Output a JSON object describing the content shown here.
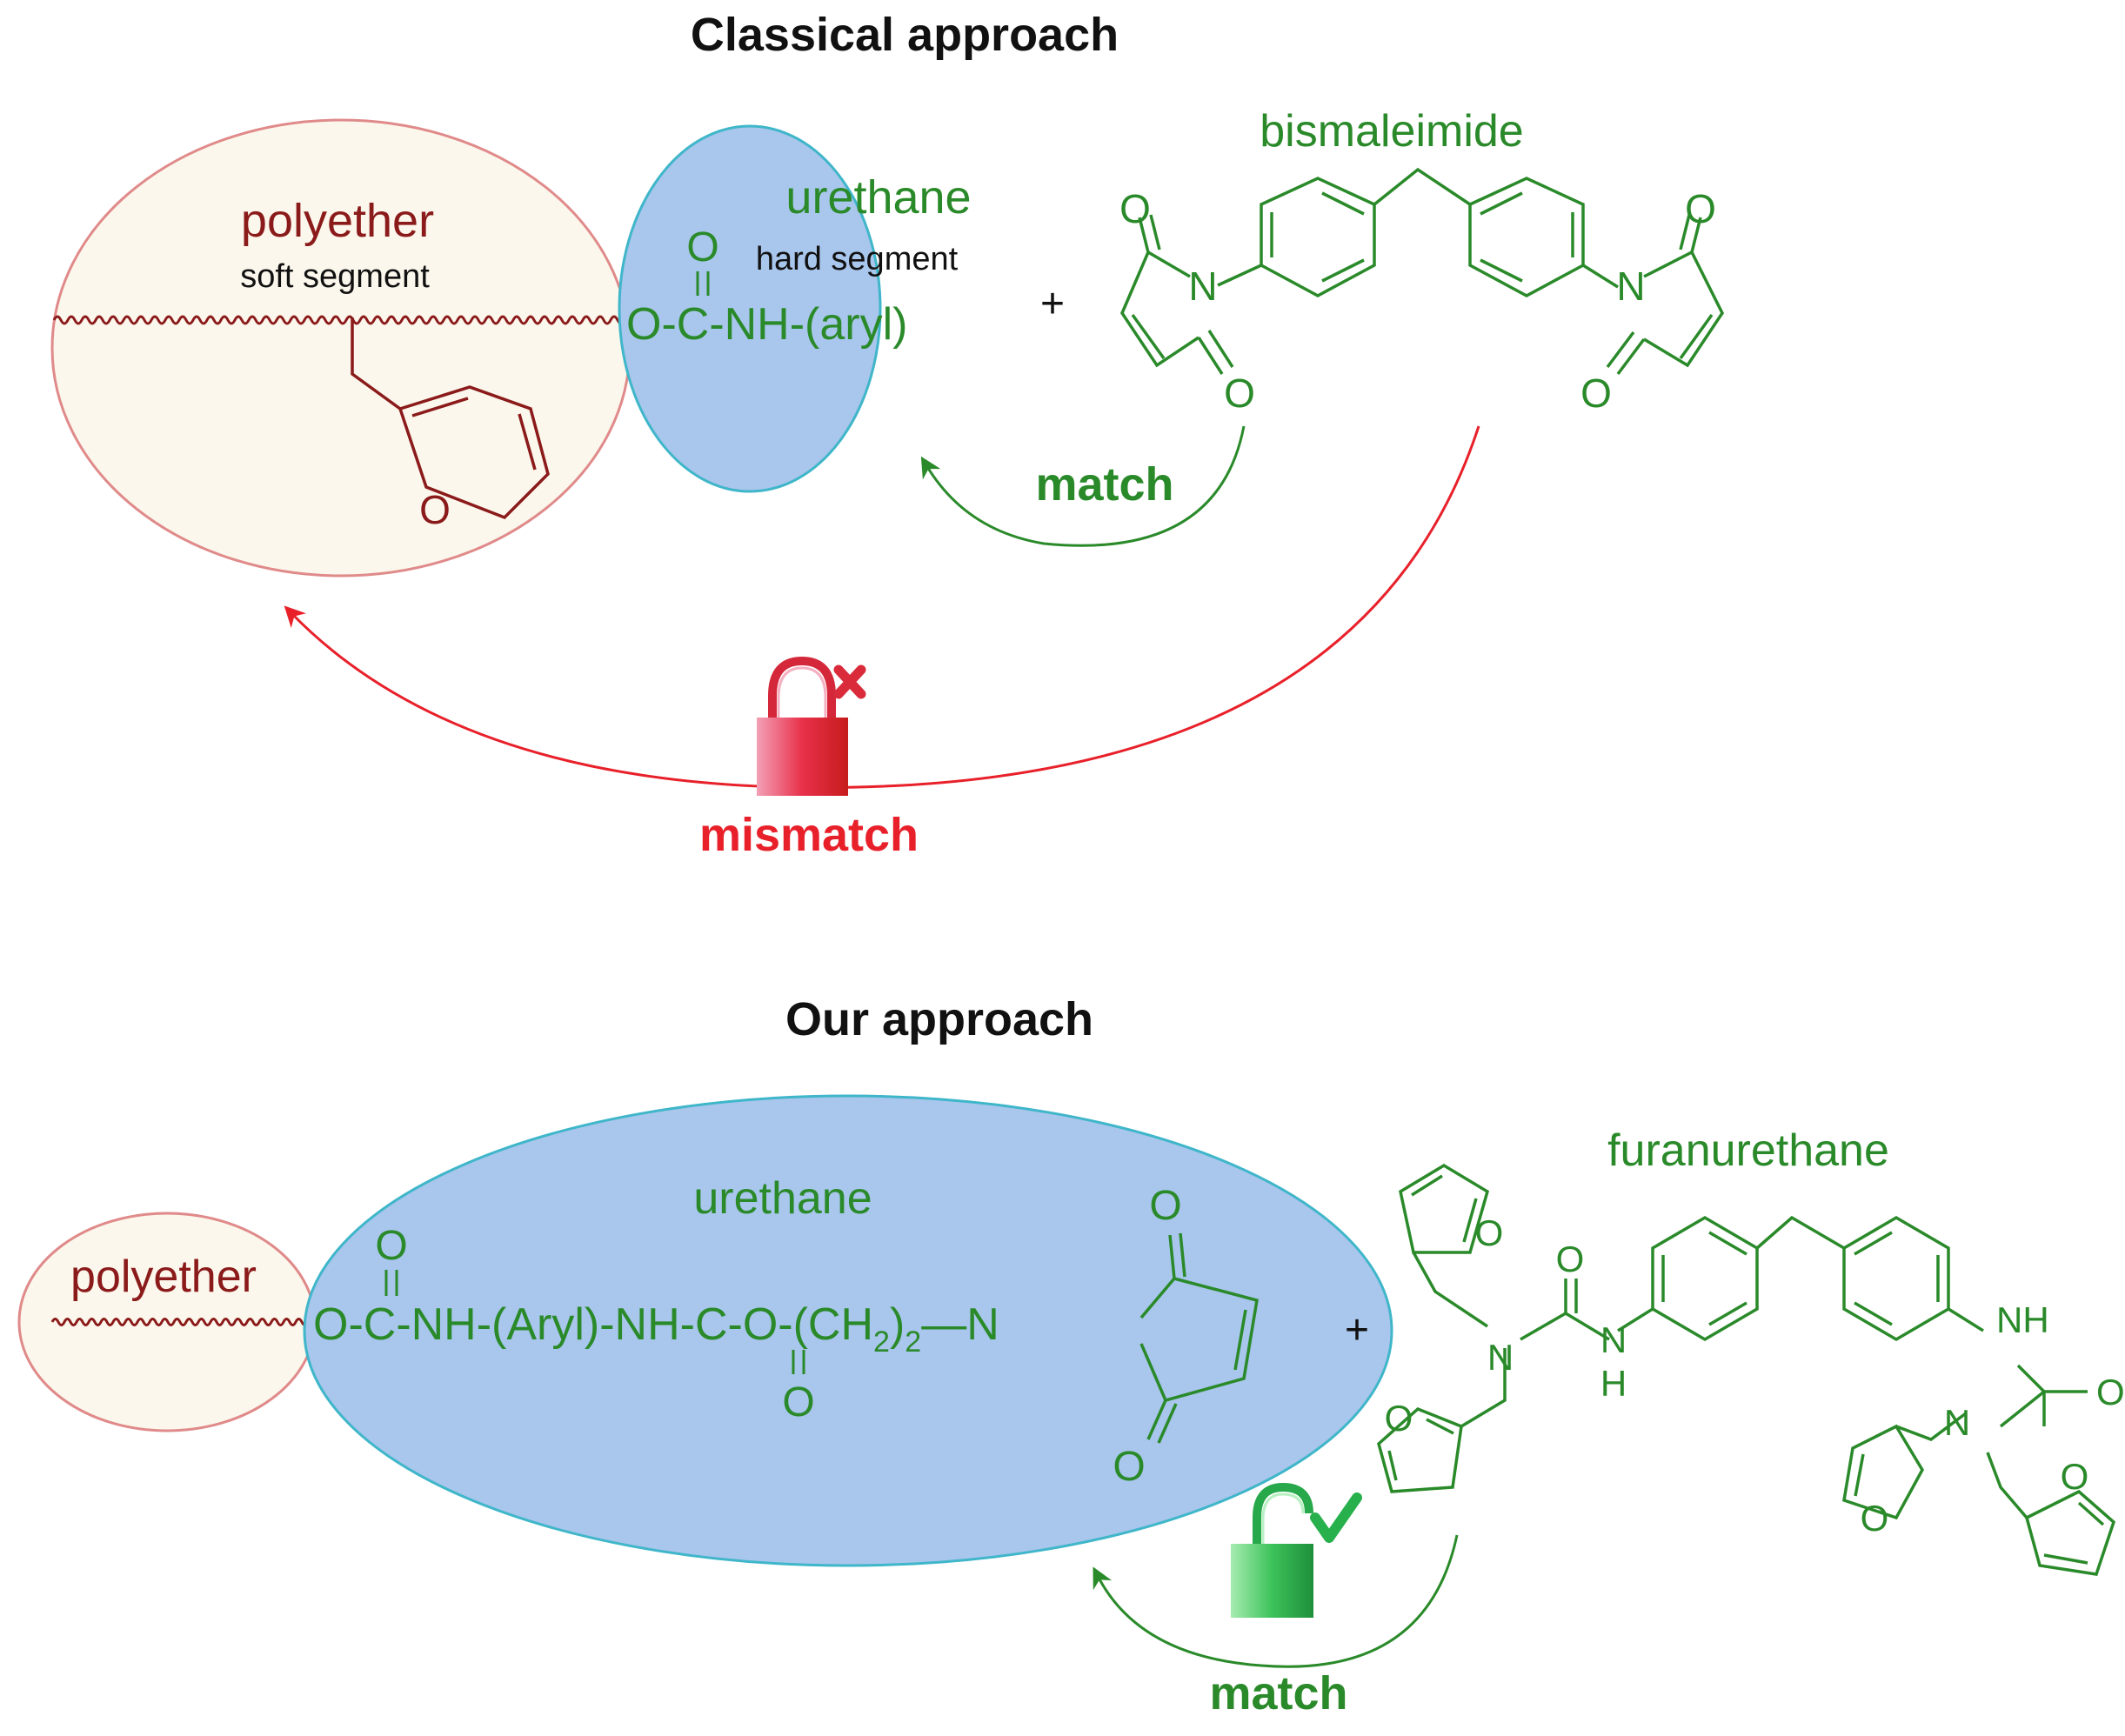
{
  "colors": {
    "green": "#2a8a2a",
    "dark_red": "#8b1a1a",
    "red": "#e8202a",
    "blue_fill": "#a9c6ec",
    "blue_stroke": "#3fb6c9",
    "cream_fill": "#fbf7ec",
    "pink_stroke": "#e08a8a",
    "black": "#111111"
  },
  "top": {
    "title": "Classical approach",
    "soft_ellipse": {
      "label": "polyether",
      "sublabel": "soft segment"
    },
    "hard_ellipse": {
      "label": "urethane",
      "sublabel": "hard segment",
      "carbonyl_o": "O",
      "formula": "O-C-NH-(aryl)"
    },
    "plus": "+",
    "reagent": {
      "name": "bismaleimide",
      "atoms": {
        "o1": "O",
        "o2": "O",
        "o3": "O",
        "o4": "O",
        "n1": "N",
        "n2": "N"
      }
    },
    "furan_o": "O",
    "match_label": "match",
    "mismatch_label": "mismatch"
  },
  "bottom": {
    "title": "Our approach",
    "soft_ellipse": {
      "label": "polyether"
    },
    "hard_ellipse": {
      "label": "urethane",
      "carbonyl_o_top": "O",
      "formula_main": "O-C-NH-(Aryl)-NH-C-O-(CH",
      "formula_sub": "2",
      "formula_tail": ")",
      "formula_sub2": "2",
      "bond_n": "—N",
      "carbonyl_o_bottom": "O",
      "maleimide_o_top": "O",
      "maleimide_o_bottom": "O"
    },
    "plus": "+",
    "reagent": {
      "name": "furanurethane",
      "atoms": {
        "furan_o1": "O",
        "furan_o2": "O",
        "furan_o3": "O",
        "furan_o4": "O",
        "n_left": "N",
        "n_right": "N",
        "carbonyl_left": "O",
        "carbonyl_right": "O",
        "nh_left_n": "N",
        "nh_left_h": "H",
        "nh_right": "NH"
      }
    },
    "match_label": "match"
  },
  "icons": [
    "locked-padlock-icon",
    "cross-icon",
    "unlocked-padlock-icon",
    "checkmark-icon"
  ]
}
